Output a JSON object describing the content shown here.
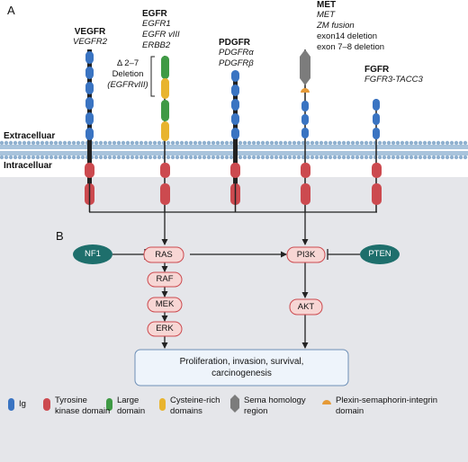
{
  "panel_a": "A",
  "panel_b": "B",
  "regions": {
    "extracellular": "Extracelluar",
    "intracellular": "Intracelluar"
  },
  "receptors": {
    "vegfr": {
      "name": "VEGFR",
      "sub": [
        "VEGFR2"
      ]
    },
    "egfr": {
      "name": "EGFR",
      "sub": [
        "EGFR1",
        "EGFR vIII",
        "ERBB2"
      ]
    },
    "pdgfr": {
      "name": "PDGFR",
      "sub": [
        "PDGFRα",
        "PDGFRβ"
      ]
    },
    "met": {
      "name": "MET",
      "sub_italic": [
        "MET",
        "ZM fusion"
      ],
      "sub_plain": [
        "exon14 deletion",
        "exon 7–8 deletion"
      ]
    },
    "fgfr": {
      "name": "FGFR",
      "sub": [
        "FGFR3-TACC3"
      ]
    }
  },
  "deletion": {
    "line1": "Δ 2–7",
    "line2": "Deletion",
    "line3": "(EGFRvIII)"
  },
  "nodes": {
    "nf1": "NF1",
    "ras": "RAS",
    "raf": "RAF",
    "mek": "MEK",
    "erk": "ERK",
    "pi3k": "PI3K",
    "pten": "PTEN",
    "akt": "AKT"
  },
  "outcome": {
    "line1": "Proliferation, invasion, survival,",
    "line2": "carcinogenesis"
  },
  "legend": {
    "ig": "Ig",
    "tk": [
      "Tyrosine",
      "kinase domain"
    ],
    "large": [
      "Large",
      "domain"
    ],
    "cys": [
      "Cysteine-rich",
      "domains"
    ],
    "sema": [
      "Sema homology",
      "region"
    ],
    "psi": [
      "Plexin-semaphorin-integrin",
      "domain"
    ]
  },
  "colors": {
    "ig": "#3a74c2",
    "tk": "#cc4a4f",
    "large": "#3f9a45",
    "cys": "#e8b42f",
    "sema": "#808080",
    "psi": "#e59a37",
    "teal": "#1e6f6c",
    "pink": "#f7d6d4",
    "membrane": "#9fbcd6",
    "cytoplasm": "#e5e6ea"
  }
}
